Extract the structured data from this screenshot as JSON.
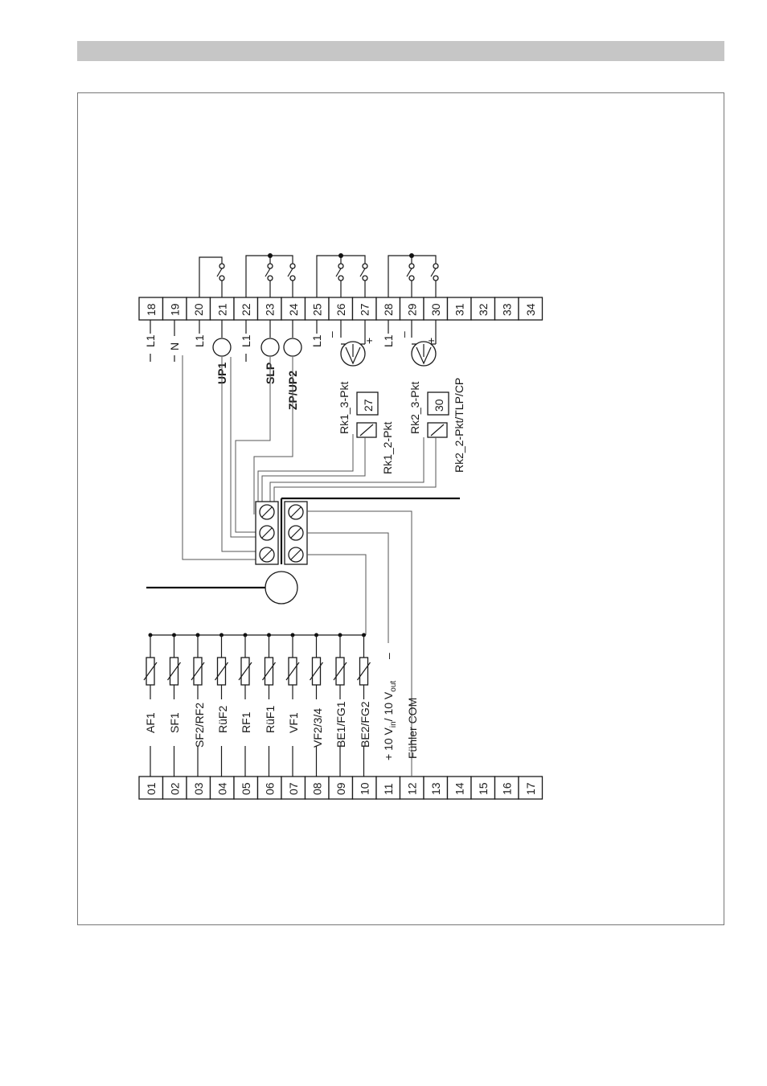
{
  "terminals_top": [
    "18",
    "19",
    "20",
    "21",
    "22",
    "23",
    "24",
    "25",
    "26",
    "27",
    "28",
    "29",
    "30",
    "31",
    "32",
    "33",
    "34"
  ],
  "terminals_bottom": [
    "01",
    "02",
    "03",
    "04",
    "05",
    "06",
    "07",
    "08",
    "09",
    "10",
    "11",
    "12",
    "13",
    "14",
    "15",
    "16",
    "17"
  ],
  "top_labels": {
    "t18": "L1",
    "t19": "N",
    "t20": "L1",
    "t22": "L1",
    "t25": "L1",
    "t28": "L1",
    "up1": "UP1",
    "slp": "SLP",
    "zp_up2": "ZP/UP2",
    "rk1_3pkt": "Rk1_3-Pkt",
    "rk1_2pkt": "Rk1_2-Pkt",
    "rk1_relay": "27",
    "rk2_3pkt": "Rk2_3-Pkt",
    "rk2_2pkt": "Rk2_2-Pkt/TLP/CP",
    "rk2_relay": "30",
    "minus": "–",
    "plus": "+"
  },
  "bottom_labels": {
    "t01": "AF1",
    "t02": "SF1",
    "t03": "SF2/RF2",
    "t04": "RüF2",
    "t05": "RF1",
    "t06": "RüF1",
    "t07": "VF1",
    "t08": "VF2/3/4",
    "t09": "BE1/FG1",
    "t10": "BE2/FG2",
    "t11_a": "+ 10 V",
    "t11_b": "in",
    "t11_c": "/ 10 V",
    "t11_d": "out",
    "t11_minus": "–",
    "t12": "Fühler COM"
  }
}
